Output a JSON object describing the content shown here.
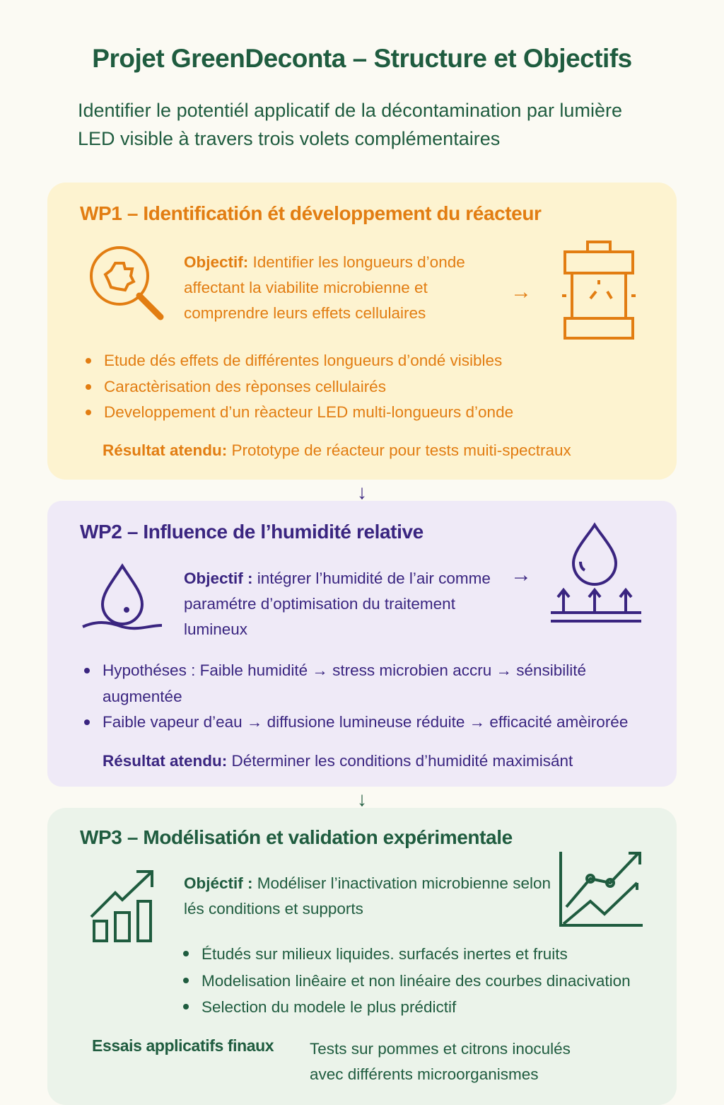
{
  "title": "Projet GreenDeconta – Structure et Objectifs",
  "subtitle": "Identifier le potentiél applicatif de la décontamination par lumière LED visible à travers trois volets complémentaires",
  "wp1": {
    "title": "WP1 – Identificatión ét développement du réacteur",
    "objective_label": "Objectif:",
    "objective": "Identifier les longueurs d’onde affectant la viabilite microbienne et comprendre leurs effets cellulaires",
    "bullets": [
      "Etude dés effets de différentes longueurs d’ondé visibles",
      "Caractèrisation des rèponses cellulairés",
      "Developpement d’un rèacteur LED multi-longueurs d’onde"
    ],
    "result_label": "Résultat atendu:",
    "result": "Prototype de réacteur pour tests muiti-spectraux"
  },
  "wp2": {
    "title": "WP2 – Influence de l’humidité relative",
    "objective_label": "Objectif :",
    "objective": "intégrer l’humidité de l’air comme paramétre d’optimisation du traitement lumineux",
    "bullets": [
      "Hypothéses : Faible humidité → stress microbien accru → sénsibilité augmentée",
      "Faible vapeur d’eau → diffusione lumineuse réduite → efficacité amèirorée"
    ],
    "result_label": "Résultat atendu:",
    "result": "Déterminer les conditions d’humidité maximisánt"
  },
  "wp3": {
    "title": "WP3 – Modélisatión et validation expérimentale",
    "objective_label": "Objéctif :",
    "objective": "Modéliser l’inactivation microbienne selon lés conditions et supports",
    "bullets": [
      "Étudés sur milieux liquides. surfacés inertes et fruits",
      "Modelisation linêaire et non linéaire des courbes dinacivation",
      "Selection du modele le plus prédictif"
    ],
    "final_label": "Essais applicatifs finaux",
    "final": "Tests sur pommes et citrons inoculés avec différents microorganismes"
  },
  "arrows": {
    "right": "→",
    "down": "↓"
  },
  "colors": {
    "wp1": "#e27d12",
    "wp2": "#3a2580",
    "wp3": "#1f5c3f"
  }
}
